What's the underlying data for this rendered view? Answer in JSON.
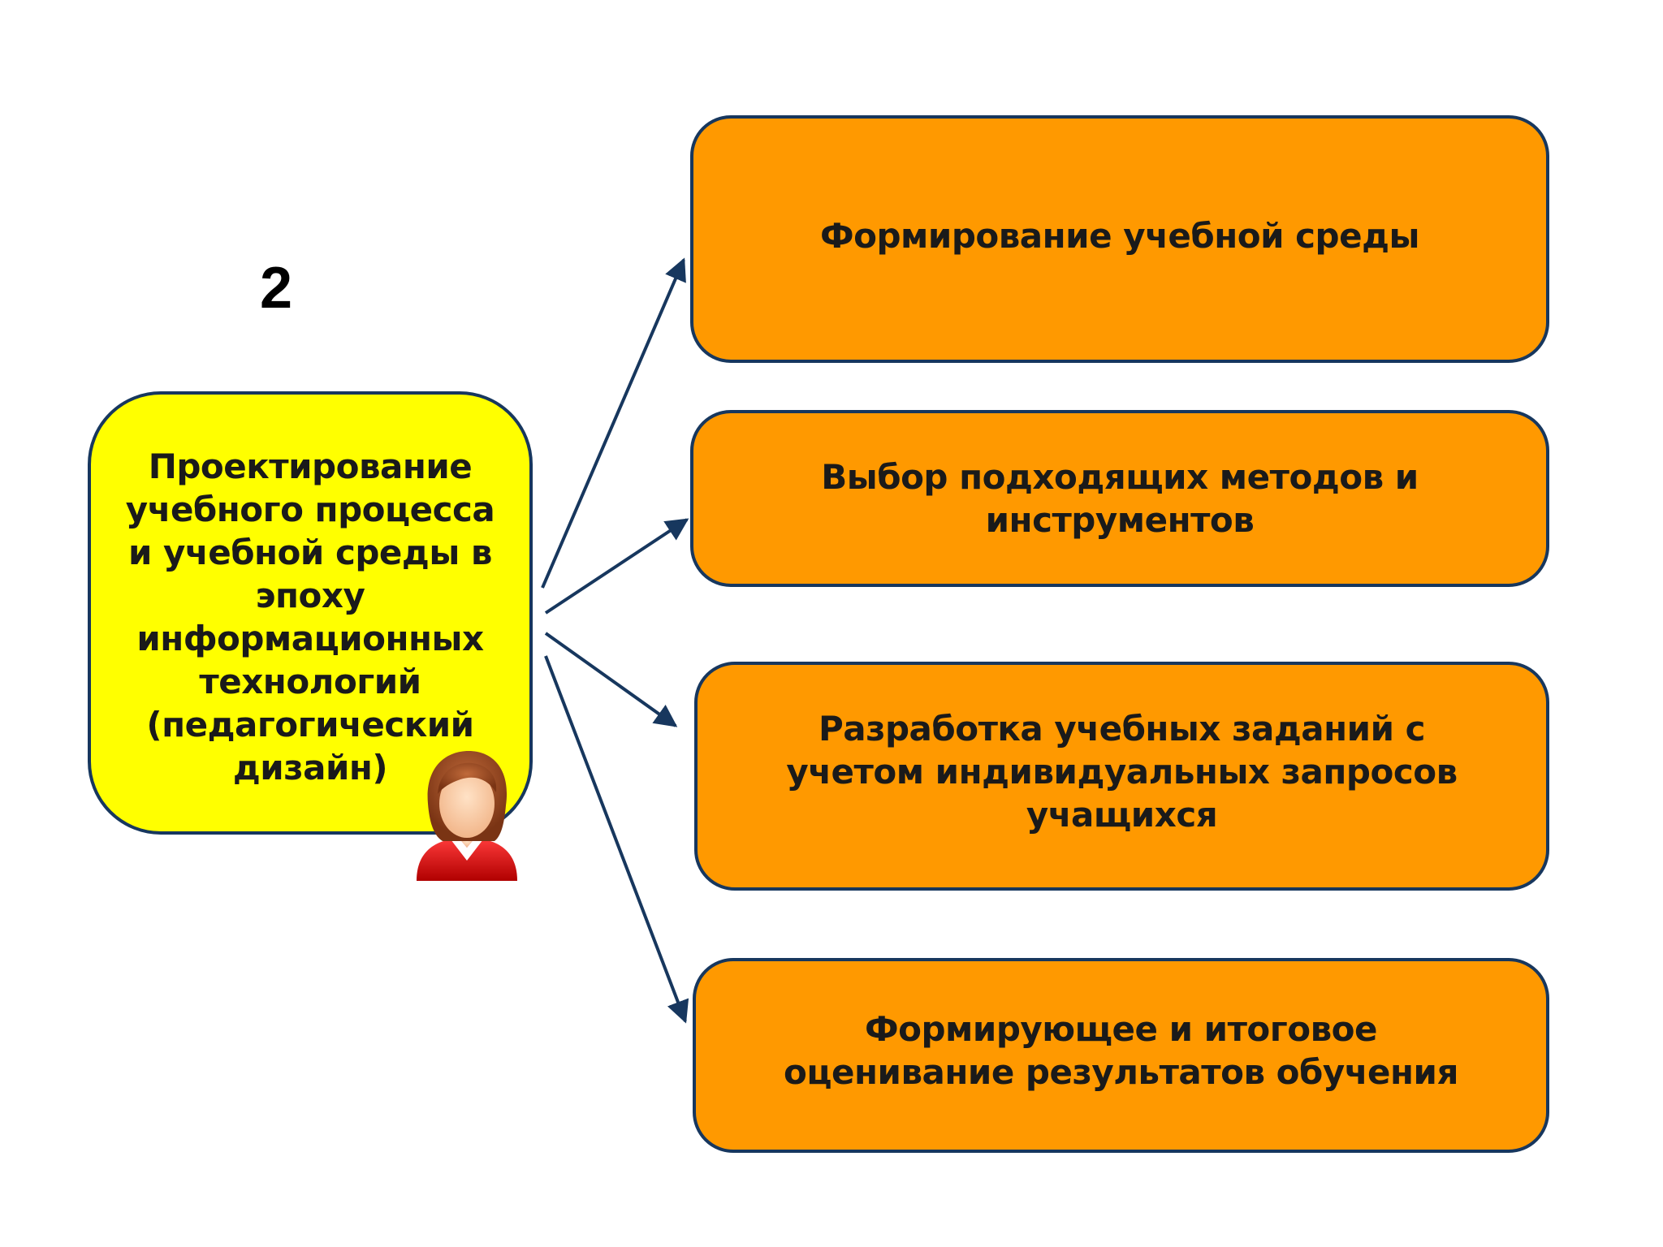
{
  "slide": {
    "number": "2"
  },
  "source": {
    "label": "Проектирование учебного процесса и учебной среды в эпоху информационных технологий (педагогический дизайн)"
  },
  "targets": [
    {
      "label": "Формирование учебной среды"
    },
    {
      "label": "Выбор подходящих методов и инструментов"
    },
    {
      "label": "Разработка учебных заданий с учетом индивидуальных запросов учащихся"
    },
    {
      "label": "Формирующее и итоговое оценивание результатов обучения"
    }
  ],
  "icons": {
    "avatar": "female-user-icon",
    "arrow": "arrow-icon"
  },
  "colors": {
    "source_fill": "#ffff00",
    "target_fill": "#ff9900",
    "border": "#17375e",
    "arrow": "#17375e",
    "text": "#1a1a1a"
  }
}
